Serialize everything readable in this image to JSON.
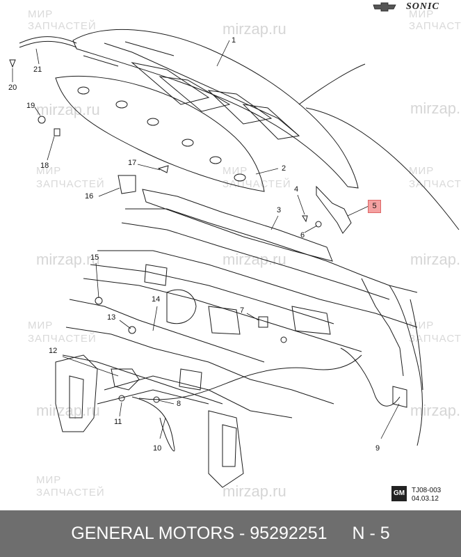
{
  "brand": {
    "model": "SONIC"
  },
  "watermarks": {
    "mir": "МИР",
    "zapchastey": "ЗАПЧАСТЕЙ",
    "mirzap": "mirzap.ru",
    "mirzap_alt": "mirzap.ru"
  },
  "callouts": [
    "1",
    "2",
    "3",
    "4",
    "5",
    "6",
    "7",
    "8",
    "9",
    "10",
    "11",
    "12",
    "13",
    "14",
    "15",
    "16",
    "17",
    "18",
    "19",
    "20",
    "21"
  ],
  "highlighted_callout": "5",
  "diagram_code": {
    "id": "TJ08-003",
    "date": "04.03.12",
    "badge": "GM"
  },
  "footer": {
    "manufacturer_partno": "GENERAL MOTORS - 95292251",
    "position": "N - 5"
  }
}
